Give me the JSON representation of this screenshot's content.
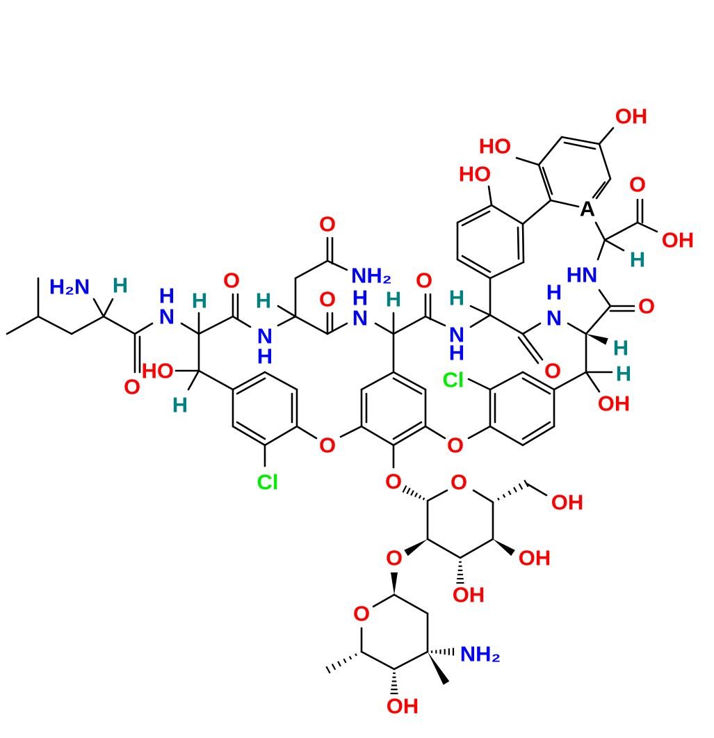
{
  "title": "Glycopeptide structure (vancomycin-type) with ring label A",
  "colors": {
    "carbon": "#000000",
    "oxygen": "#ff0000",
    "nitrogen": "#0000ff",
    "stereo_h": "#008080",
    "chlorine": "#00ee00"
  },
  "labels": [
    {
      "text": "H₂N",
      "el": "nitrogen"
    },
    {
      "text": "H",
      "el": "stereo_h"
    },
    {
      "text": "H",
      "el": "nitrogen"
    },
    {
      "text": "N",
      "el": "nitrogen"
    },
    {
      "text": "H",
      "el": "stereo_h"
    },
    {
      "text": "O",
      "el": "oxygen"
    },
    {
      "text": "H",
      "el": "stereo_h"
    },
    {
      "text": "N",
      "el": "nitrogen"
    },
    {
      "text": "H",
      "el": "nitrogen"
    },
    {
      "text": "O",
      "el": "oxygen"
    },
    {
      "text": "NH₂",
      "el": "nitrogen"
    },
    {
      "text": "O",
      "el": "oxygen"
    },
    {
      "text": "H",
      "el": "nitrogen"
    },
    {
      "text": "N",
      "el": "nitrogen"
    },
    {
      "text": "H",
      "el": "stereo_h"
    },
    {
      "text": "O",
      "el": "oxygen"
    },
    {
      "text": "H",
      "el": "stereo_h"
    },
    {
      "text": "N",
      "el": "nitrogen"
    },
    {
      "text": "H",
      "el": "nitrogen"
    },
    {
      "text": "O",
      "el": "oxygen"
    },
    {
      "text": "HO",
      "el": "oxygen"
    },
    {
      "text": "H",
      "el": "stereo_h"
    },
    {
      "text": "Cl",
      "el": "chlorine"
    },
    {
      "text": "O",
      "el": "oxygen"
    },
    {
      "text": "O",
      "el": "oxygen"
    },
    {
      "text": "O",
      "el": "oxygen"
    },
    {
      "text": "Cl",
      "el": "chlorine"
    },
    {
      "text": "HO",
      "el": "oxygen"
    },
    {
      "text": "HO",
      "el": "oxygen"
    },
    {
      "text": "OH",
      "el": "oxygen"
    },
    {
      "text": "A",
      "el": "carbon"
    },
    {
      "text": "O",
      "el": "oxygen"
    },
    {
      "text": "OH",
      "el": "oxygen"
    },
    {
      "text": "H",
      "el": "stereo_h"
    },
    {
      "text": "HN",
      "el": "nitrogen"
    },
    {
      "text": "O",
      "el": "oxygen"
    },
    {
      "text": "H",
      "el": "nitrogen"
    },
    {
      "text": "N",
      "el": "nitrogen"
    },
    {
      "text": "O",
      "el": "oxygen"
    },
    {
      "text": "H",
      "el": "stereo_h"
    },
    {
      "text": "H",
      "el": "stereo_h"
    },
    {
      "text": "OH",
      "el": "oxygen"
    },
    {
      "text": "O",
      "el": "oxygen"
    },
    {
      "text": "OH",
      "el": "oxygen"
    },
    {
      "text": "OH",
      "el": "oxygen"
    },
    {
      "text": "OH",
      "el": "oxygen"
    },
    {
      "text": "O",
      "el": "oxygen"
    },
    {
      "text": "O",
      "el": "oxygen"
    },
    {
      "text": "NH₂",
      "el": "nitrogen"
    },
    {
      "text": "OH",
      "el": "oxygen"
    }
  ]
}
